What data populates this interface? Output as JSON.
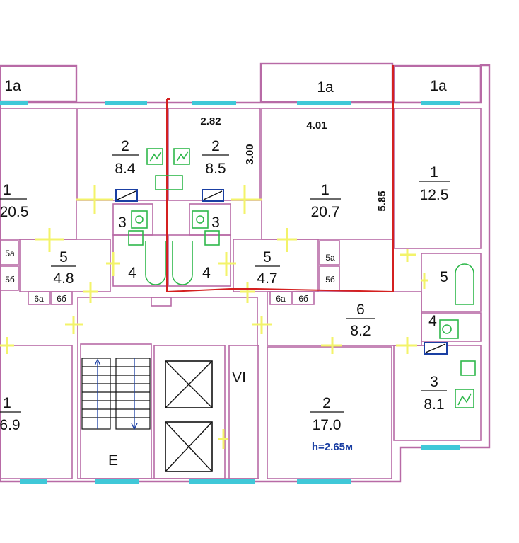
{
  "dimensions": {
    "d1": "2.82",
    "d2": "3.00",
    "d3": "4.01",
    "d4": "5.85"
  },
  "ceiling_height": "h=2.65м",
  "labels": {
    "balcony": "1а",
    "stair_label": "E",
    "elevator_label": "VI",
    "sub_5a": "5а",
    "sub_5b": "5б",
    "sub_6a": "6а",
    "sub_6b": "6б"
  },
  "rooms": [
    {
      "id": "r1-left-top",
      "num": "1",
      "area": "20.5"
    },
    {
      "id": "r2-a",
      "num": "2",
      "area": "8.4"
    },
    {
      "id": "r2-b",
      "num": "2",
      "area": "8.5"
    },
    {
      "id": "r1-mid",
      "num": "1",
      "area": "20.7"
    },
    {
      "id": "r1-right",
      "num": "1",
      "area": "12.5"
    },
    {
      "id": "r5-left",
      "num": "5",
      "area": "4.8"
    },
    {
      "id": "r5-mid",
      "num": "5",
      "area": "4.7"
    },
    {
      "id": "r6",
      "num": "6",
      "area": "8.2"
    },
    {
      "id": "r2-bottom",
      "num": "2",
      "area": "17.0"
    },
    {
      "id": "r3-right",
      "num": "3",
      "area": "8.1"
    },
    {
      "id": "r1-left-bottom",
      "num": "1",
      "area": "6.9"
    }
  ],
  "small_rooms": {
    "wc_a": "3",
    "wc_b": "3",
    "bath_a": "4",
    "bath_b": "4",
    "bath_right": "5",
    "wc_right": "4"
  }
}
